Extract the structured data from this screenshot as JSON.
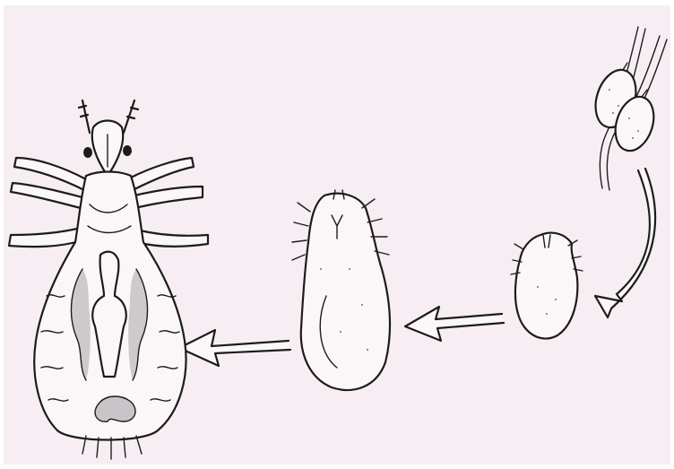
{
  "figure": {
    "stages": [
      {
        "name": "egg",
        "icon": "nit-eggs-on-hair"
      },
      {
        "name": "nymph-1",
        "icon": "small-nymph"
      },
      {
        "name": "nymph-2",
        "icon": "large-nymph"
      },
      {
        "name": "adult",
        "icon": "adult-louse"
      }
    ],
    "arrows": [
      {
        "from": "egg",
        "to": "nymph-1",
        "icon": "curved-arrow"
      },
      {
        "from": "nymph-1",
        "to": "nymph-2",
        "icon": "left-arrow"
      },
      {
        "from": "nymph-2",
        "to": "adult",
        "icon": "left-arrow"
      }
    ],
    "colors": {
      "background": "#f7eef4",
      "ink": "#1c1c1c",
      "fill": "#fbf7f8",
      "gray": "#c8c4c8"
    }
  }
}
